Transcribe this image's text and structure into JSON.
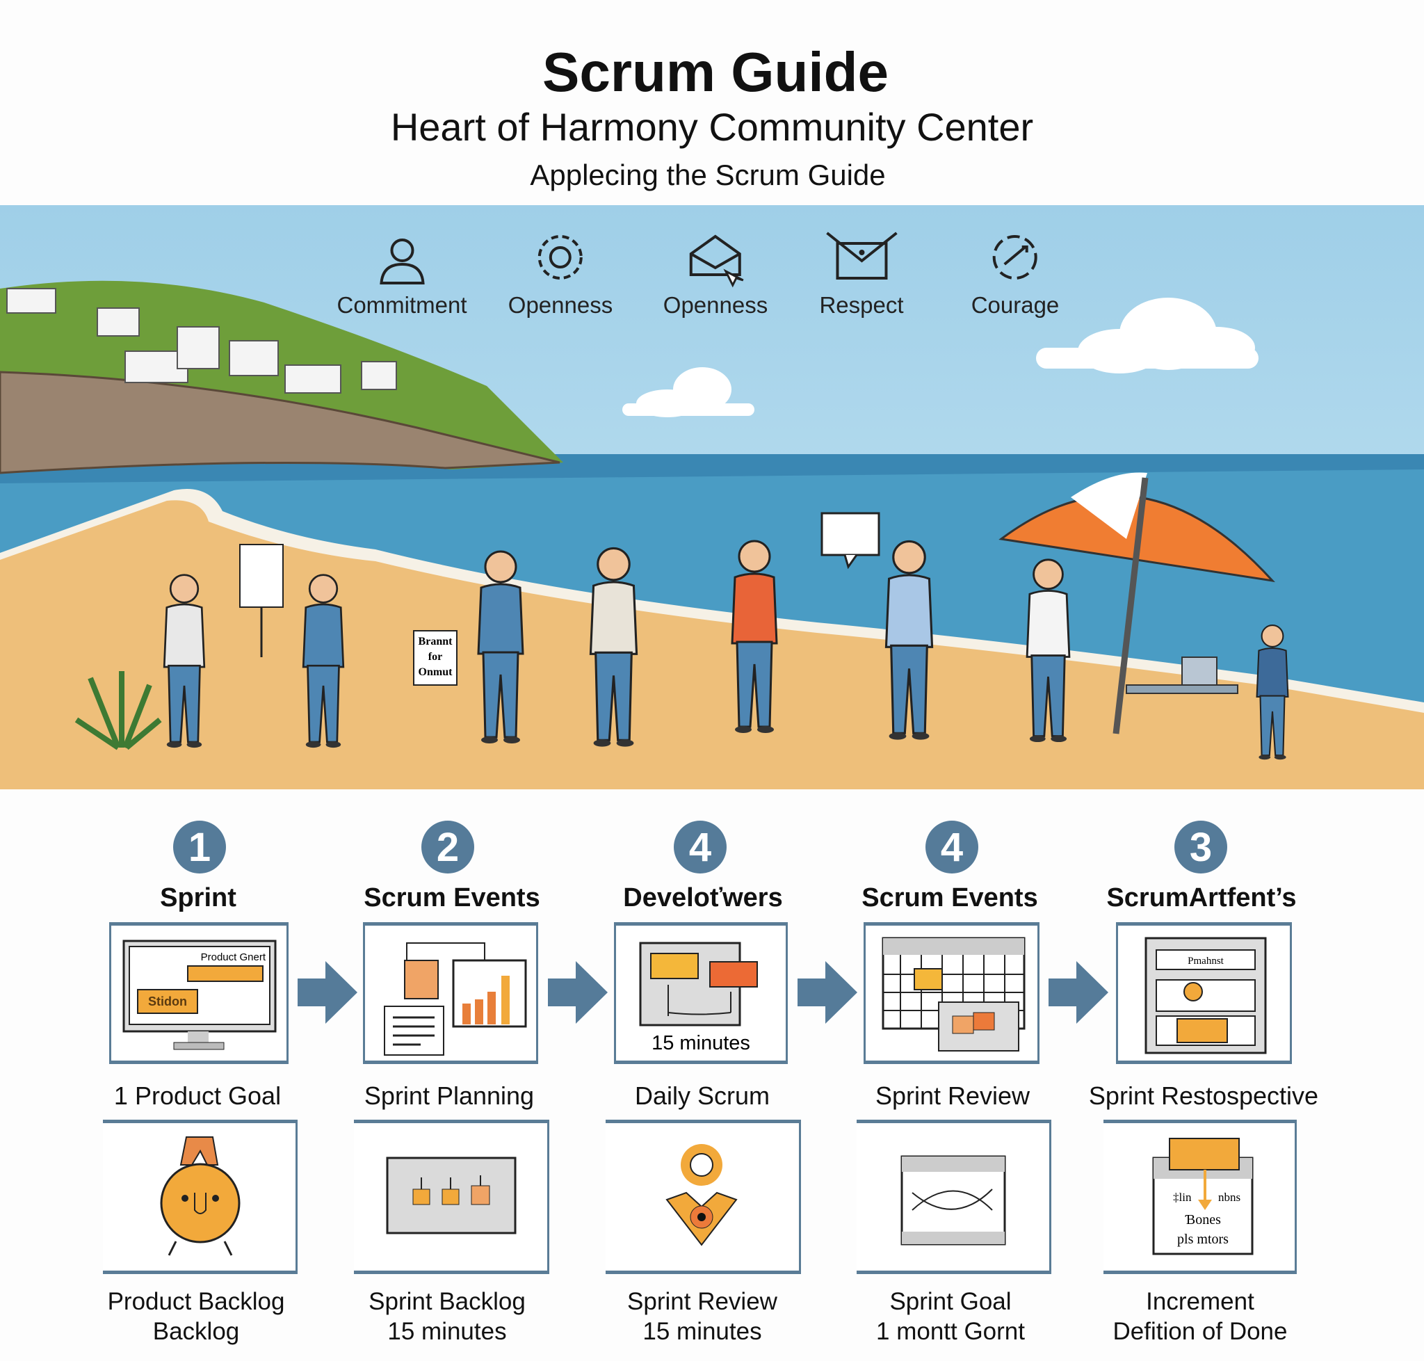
{
  "header": {
    "title": "Scrum Guide",
    "subtitle": "Heart of Harmony Community Center",
    "tagline": "Applecing the Scrum Guide"
  },
  "values": [
    {
      "label": "Commitment",
      "icon": "person-icon"
    },
    {
      "label": "Openness",
      "icon": "gear-icon"
    },
    {
      "label": "Openness",
      "icon": "envelope-cursor-icon"
    },
    {
      "label": "Respect",
      "icon": "envelope-icon"
    },
    {
      "label": "Courage",
      "icon": "courage-icon"
    }
  ],
  "scene": {
    "sign_text": [
      "Brannt",
      "for",
      "Onmut"
    ]
  },
  "steps": [
    {
      "number": "1",
      "header": "Sprint",
      "box_texts": [
        "Product Gnert",
        "Stidon"
      ],
      "label": "1 Product Goal"
    },
    {
      "number": "2",
      "header": "Scrum Events",
      "box_texts": [],
      "label": "Sprint Planning"
    },
    {
      "number": "4",
      "header": "Develoťwers",
      "box_texts": [
        "15 minutes"
      ],
      "label": "Daily Scrum"
    },
    {
      "number": "4",
      "header": "Scrum Events",
      "box_texts": [],
      "label": "Sprint Review"
    },
    {
      "number": "3",
      "header": "ScrumArtfent’s",
      "box_texts": [
        "Pmahnst"
      ],
      "label": "Sprint Restospective"
    }
  ],
  "artifacts": [
    {
      "lines": [
        "Product Backlog",
        "Backlog"
      ]
    },
    {
      "lines": [
        "Sprint Backlog",
        "15 minutes"
      ]
    },
    {
      "lines": [
        "Sprint Review",
        "15 minutes"
      ]
    },
    {
      "lines": [
        "Sprint Goal",
        "1 montt Gornt"
      ]
    },
    {
      "lines": [
        "Increment",
        "Defition of Done"
      ],
      "box_texts": [
        "‡lin",
        "nbns",
        "Ɓones",
        "pls mtors"
      ]
    }
  ],
  "colors": {
    "accent": "#557b99",
    "orange": "#f2a93b",
    "sky": "#a9d6ec",
    "sea": "#4a9cc4",
    "sand": "#eebf7a"
  }
}
